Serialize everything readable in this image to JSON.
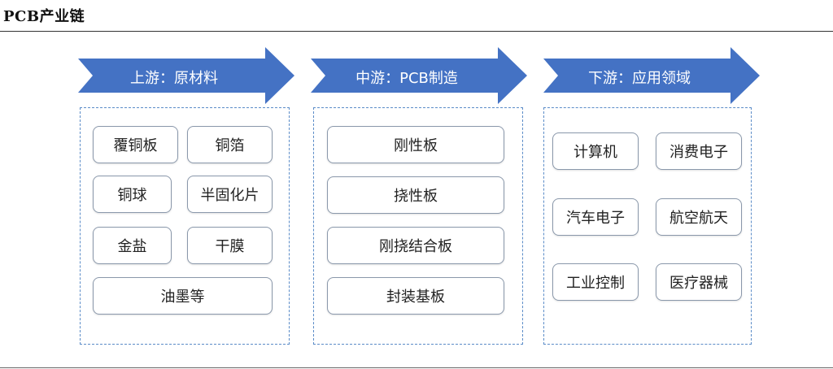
{
  "page_title": "PCB产业链",
  "colors": {
    "arrow": "#4472c4",
    "dashed_border": "#5b8cc8"
  },
  "upstream": {
    "header": "上游：原材料",
    "items": [
      "覆铜板",
      "铜箔",
      "铜球",
      "半固化片",
      "金盐",
      "干膜",
      "油墨等"
    ]
  },
  "midstream": {
    "header": "中游：PCB制造",
    "items": [
      "刚性板",
      "挠性板",
      "刚挠结合板",
      "封装基板"
    ]
  },
  "downstream": {
    "header": "下游：应用领域",
    "items": [
      "计算机",
      "消费电子",
      "汽车电子",
      "航空航天",
      "工业控制",
      "医疗器械"
    ]
  }
}
